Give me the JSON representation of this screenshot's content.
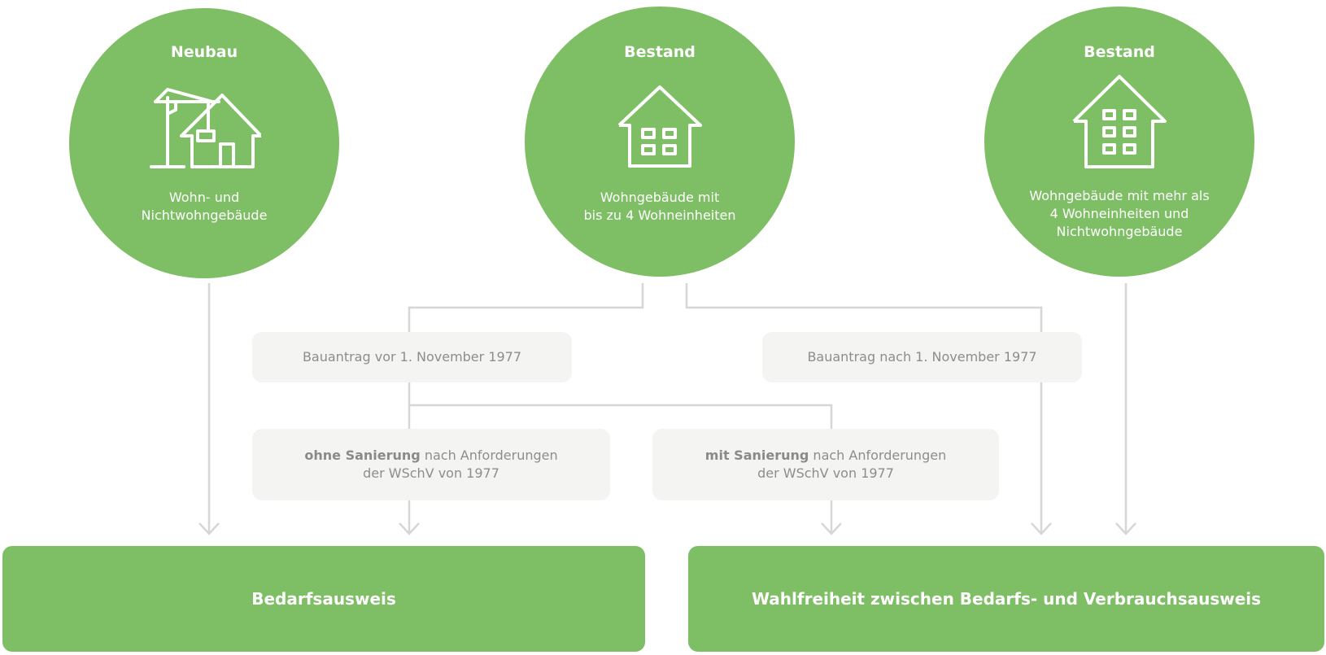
{
  "colors": {
    "green": "#7ebe64",
    "box_bg": "#f4f4f3",
    "line": "#d6d6d6",
    "box_text": "#8d8d8d"
  },
  "categories": [
    {
      "title": "Neubau",
      "icon": "construction-house-icon",
      "desc_lines": [
        "Wohn- und",
        "Nichtwohngebäude"
      ]
    },
    {
      "title": "Bestand",
      "icon": "house-4-units-icon",
      "desc_lines": [
        "Wohngebäude mit",
        "bis zu 4 Wohneinheiten"
      ]
    },
    {
      "title": "Bestand",
      "icon": "house-6-units-icon",
      "desc_lines": [
        "Wohngebäude mit mehr als",
        "4 Wohneinheiten und",
        "Nichtwohngebäude"
      ]
    }
  ],
  "conditions": {
    "before_1977": "Bauantrag vor 1. November 1977",
    "after_1977": "Bauantrag nach 1. November 1977",
    "without_renovation": {
      "bold": "ohne Sanierung",
      "rest": " nach Anforderungen",
      "line2": "der WSchV von 1977"
    },
    "with_renovation": {
      "bold": "mit Sanierung",
      "rest": " nach Anforderungen",
      "line2": "der WSchV von 1977"
    }
  },
  "results": {
    "demand_certificate": "Bedarfsausweis",
    "free_choice": "Wahlfreiheit zwischen Bedarfs- und Verbrauchsausweis"
  }
}
